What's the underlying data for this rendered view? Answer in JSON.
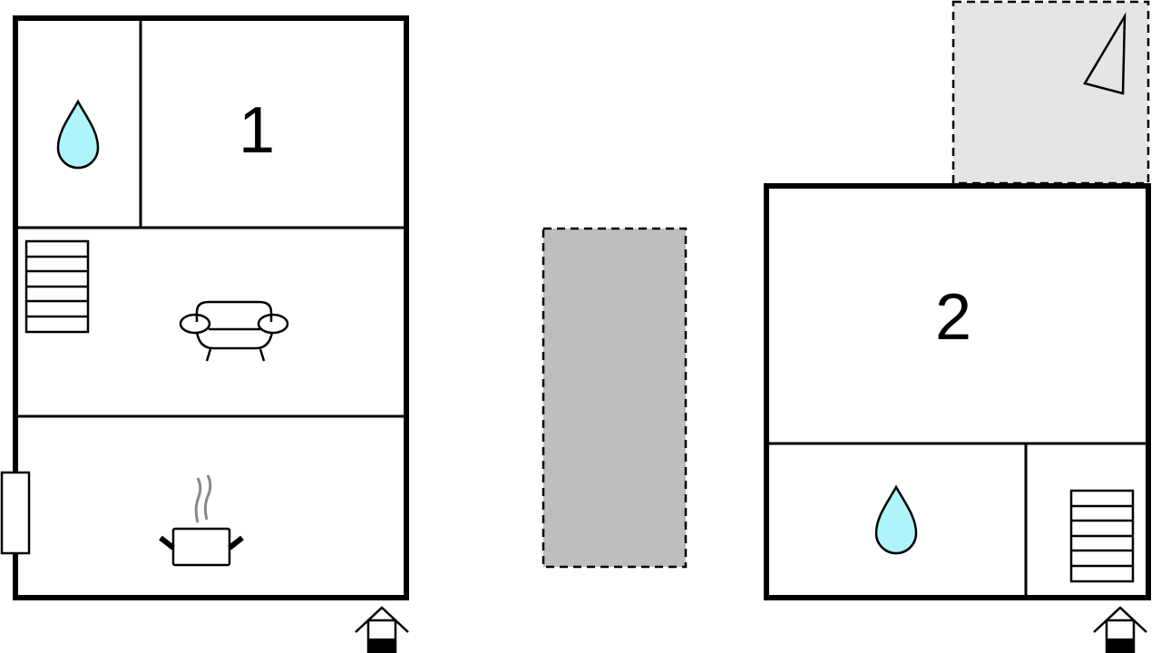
{
  "floors": [
    {
      "name": "floor-1",
      "room_number": "1"
    },
    {
      "name": "floor-2",
      "room_number": "2"
    }
  ],
  "colors": {
    "water": "#aff4fa",
    "terrace": "#bebebe",
    "balcony": "#e5e5e5",
    "wall": "#000000"
  }
}
